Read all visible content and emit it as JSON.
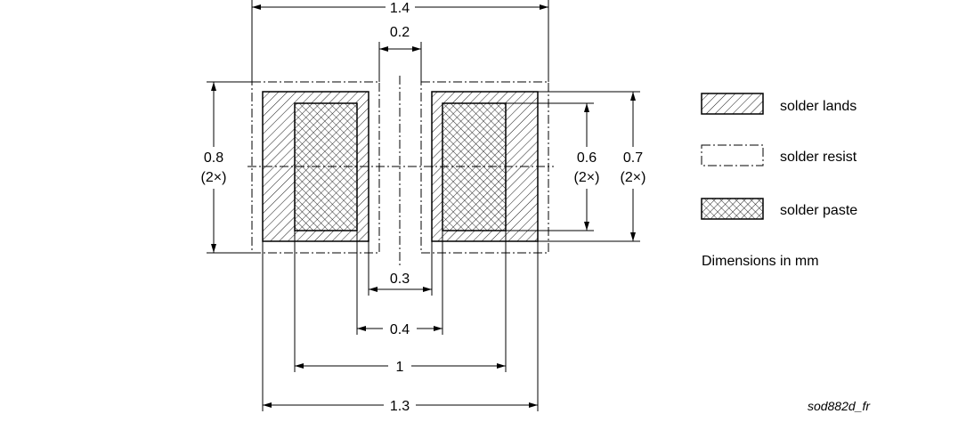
{
  "dimensions": {
    "overall_width": "1.4",
    "gap_resist": "0.2",
    "gap_lands": "0.3",
    "gap_paste": "0.4",
    "paste_span": "1",
    "lands_span": "1.3",
    "resist_height": "0.8",
    "resist_height_mult": "(2×)",
    "paste_height": "0.6",
    "paste_height_mult": "(2×)",
    "land_height": "0.7",
    "land_height_mult": "(2×)"
  },
  "legend": {
    "items": [
      {
        "label": "solder lands",
        "icon": "hatched-pattern"
      },
      {
        "label": "solder resist",
        "icon": "dash-dot-outline"
      },
      {
        "label": "solder paste",
        "icon": "crosshatch-pattern"
      }
    ],
    "units_note": "Dimensions in mm"
  },
  "reference": "sod882d_fr"
}
